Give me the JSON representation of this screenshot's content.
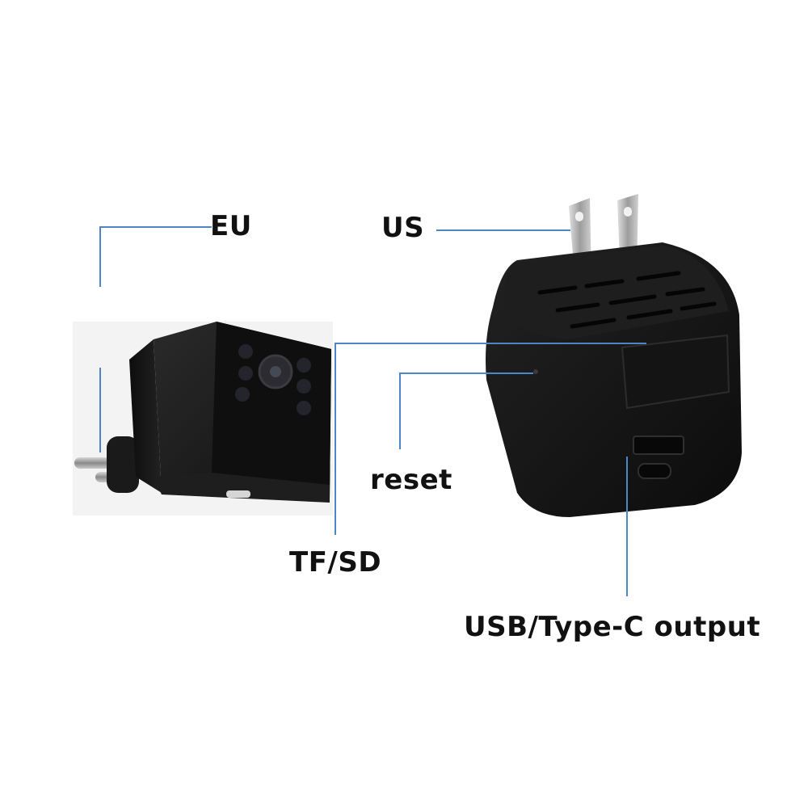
{
  "labels": {
    "eu": "EU",
    "us": "US",
    "reset": "reset",
    "tf_sd": "TF/SD",
    "usb_output": "USB/Type-C output"
  },
  "colors": {
    "callout_line": "#4a86c8",
    "device_body": "#161616",
    "plug_metal": "#9a9a9a",
    "text": "#111111"
  }
}
